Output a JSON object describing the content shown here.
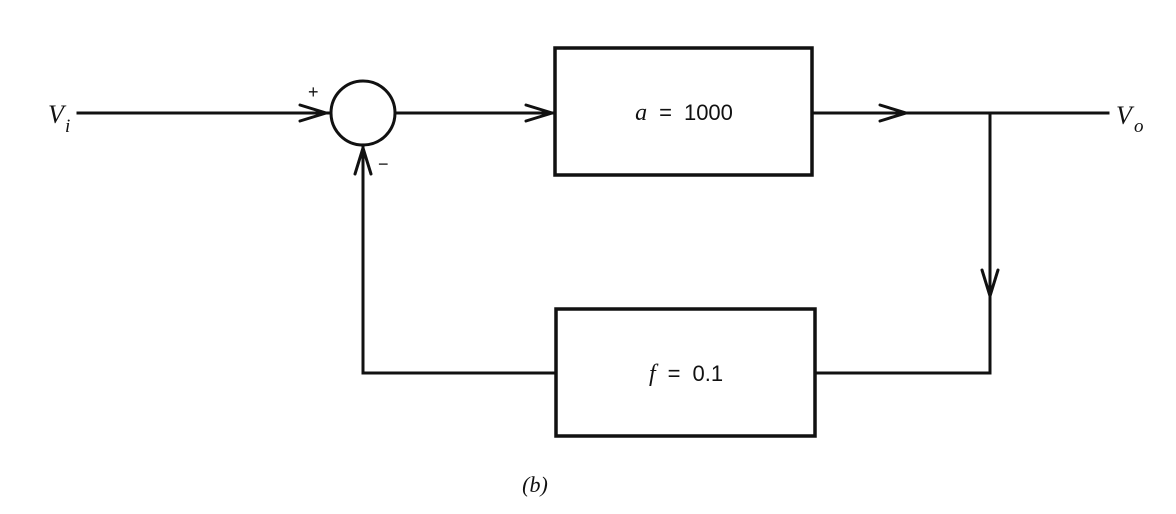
{
  "diagram": {
    "input": {
      "symbol": "V",
      "subscript": "i"
    },
    "output": {
      "symbol": "V",
      "subscript": "o"
    },
    "summing_junction": {
      "plus_sign": "+",
      "minus_sign": "−"
    },
    "forward_block": {
      "variable": "a",
      "equals": "=",
      "value": "1000"
    },
    "feedback_block": {
      "variable": "f",
      "equals": "=",
      "value": "0.1"
    },
    "caption": "(b)"
  }
}
